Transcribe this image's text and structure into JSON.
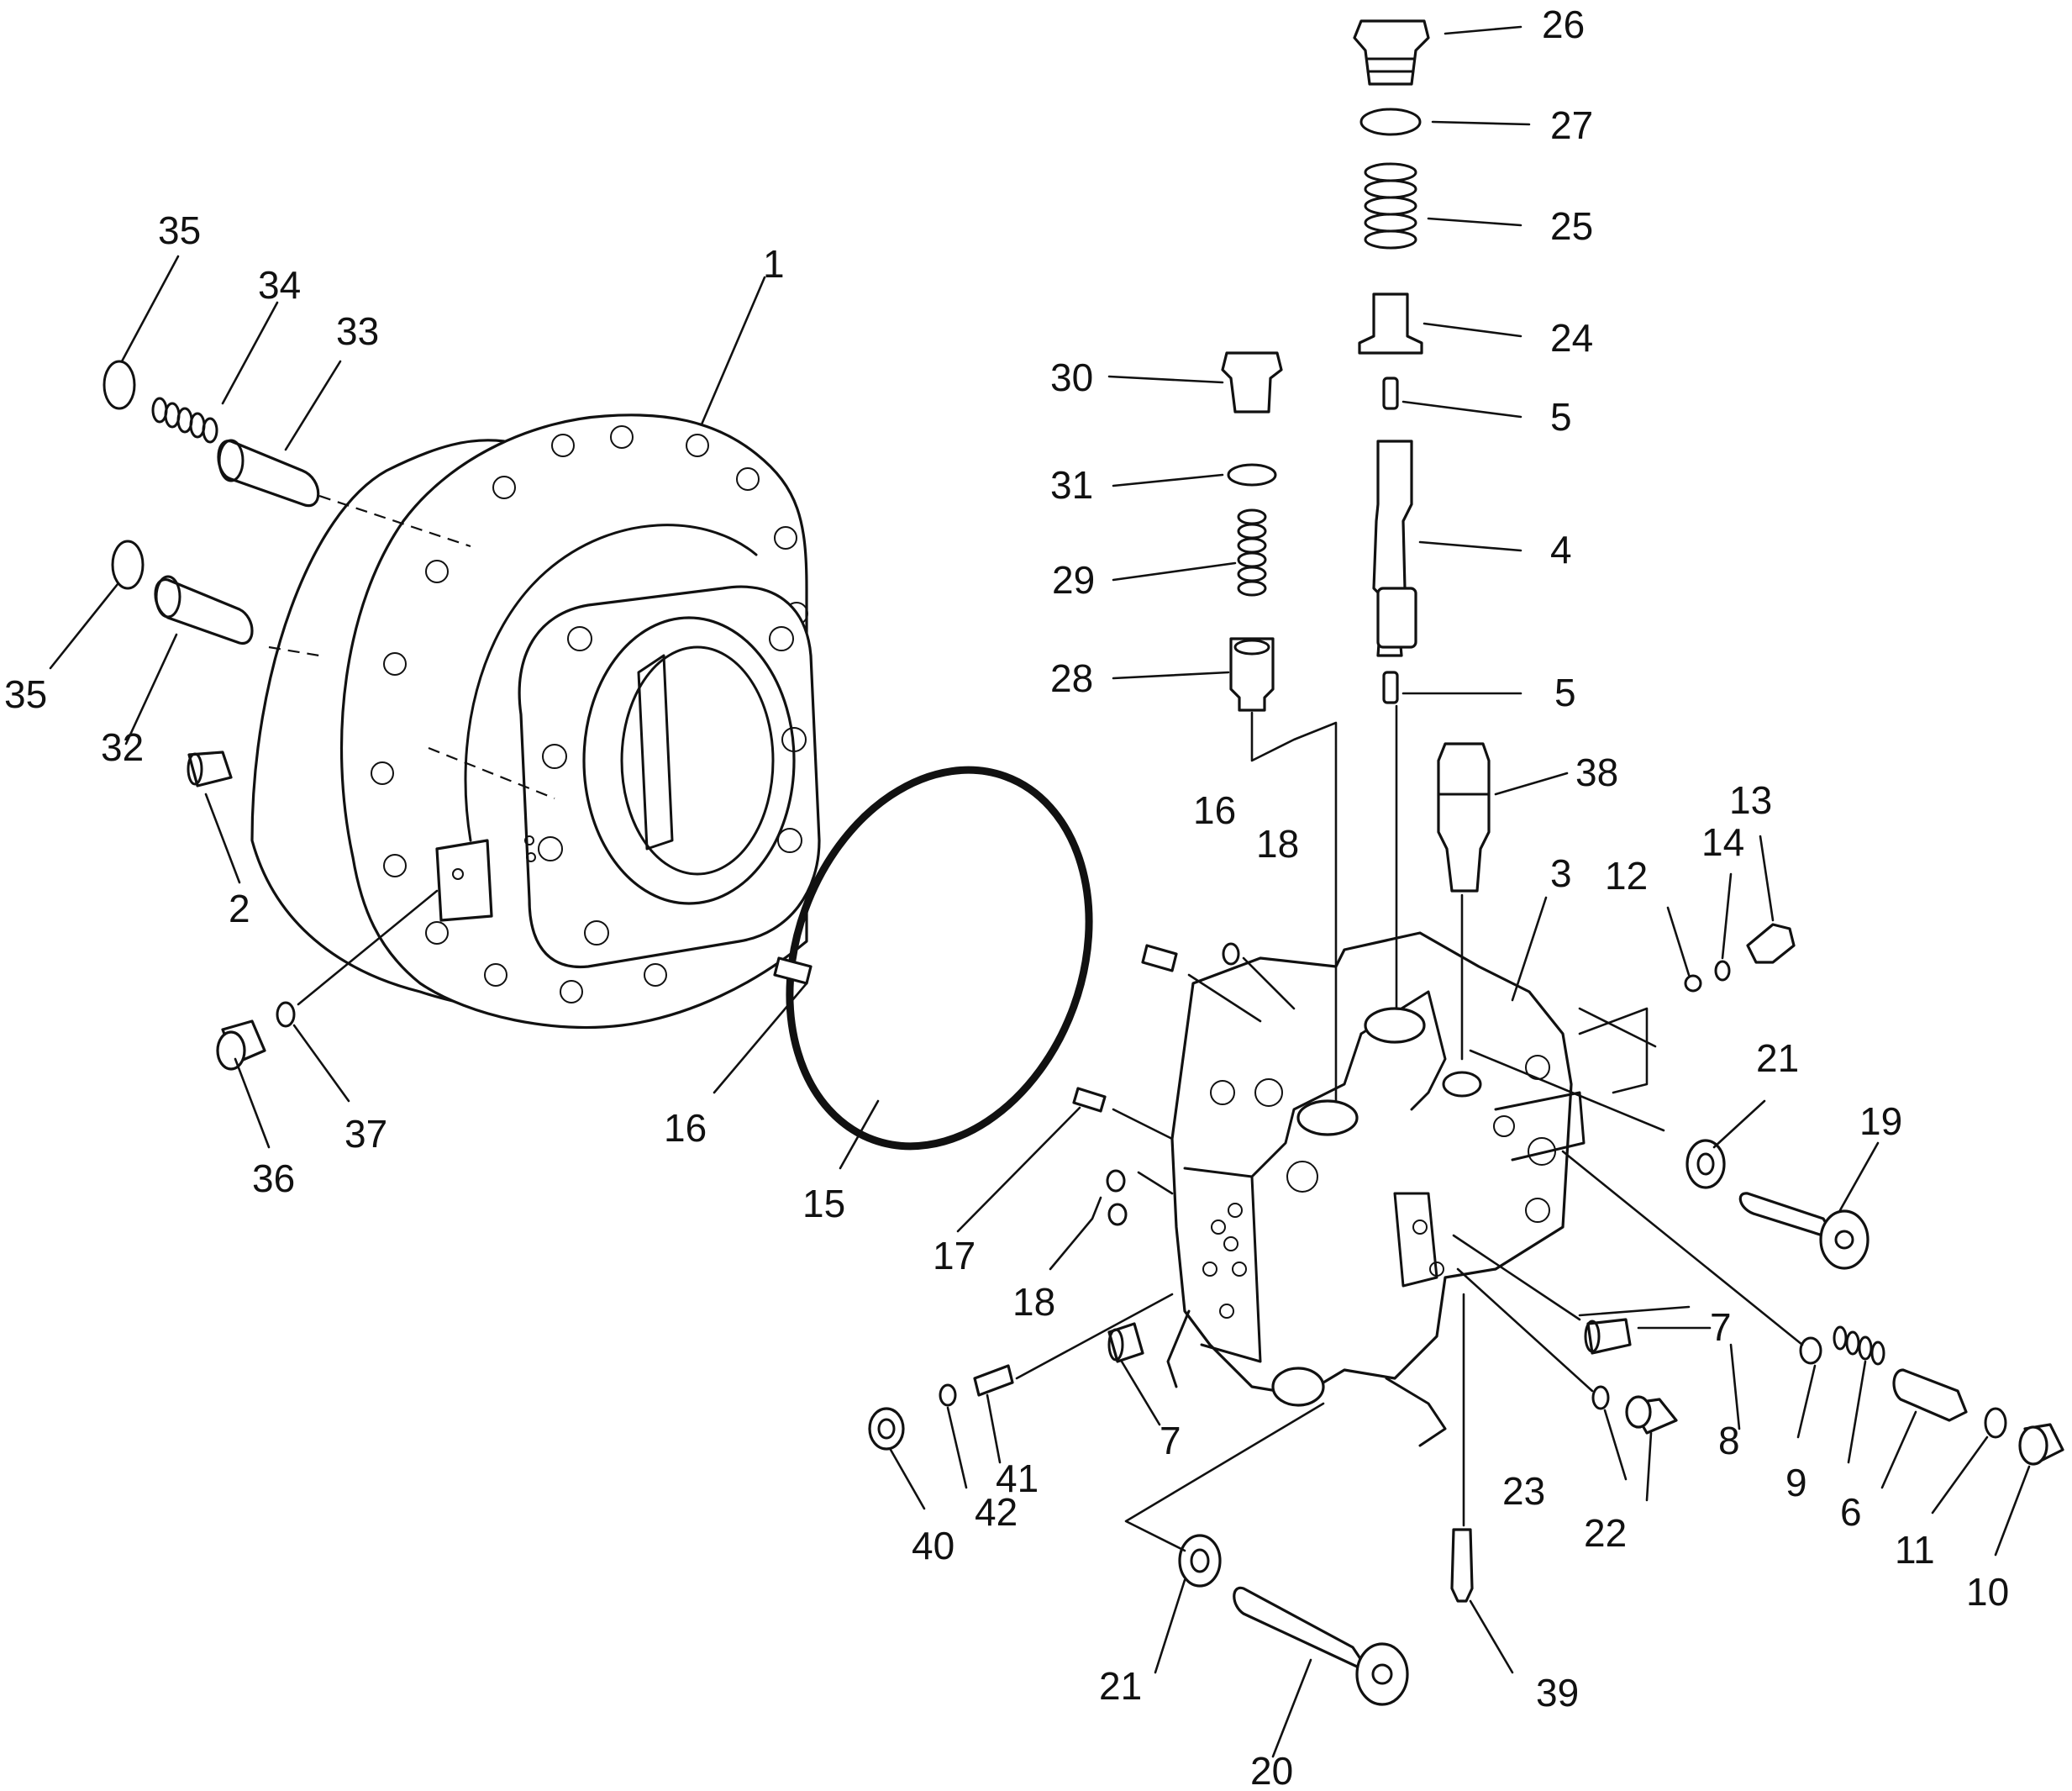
{
  "callouts": {
    "c1": "1",
    "c2": "2",
    "c3": "3",
    "c4": "4",
    "c5a": "5",
    "c5b": "5",
    "c6": "6",
    "c7a": "7",
    "c7b": "7",
    "c8": "8",
    "c9": "9",
    "c10": "10",
    "c11": "11",
    "c12": "12",
    "c13": "13",
    "c14": "14",
    "c15": "15",
    "c16a": "16",
    "c16b": "16",
    "c17": "17",
    "c18a": "18",
    "c18b": "18",
    "c19": "19",
    "c20": "20",
    "c21a": "21",
    "c21b": "21",
    "c22": "22",
    "c23": "23",
    "c24": "24",
    "c25": "25",
    "c26": "26",
    "c27": "27",
    "c28": "28",
    "c29": "29",
    "c30": "30",
    "c31": "31",
    "c32": "32",
    "c33": "33",
    "c34": "34",
    "c35a": "35",
    "c35b": "35",
    "c36": "36",
    "c37": "37",
    "c38": "38",
    "c39": "39",
    "c40": "40",
    "c41": "41",
    "c42": "42"
  }
}
